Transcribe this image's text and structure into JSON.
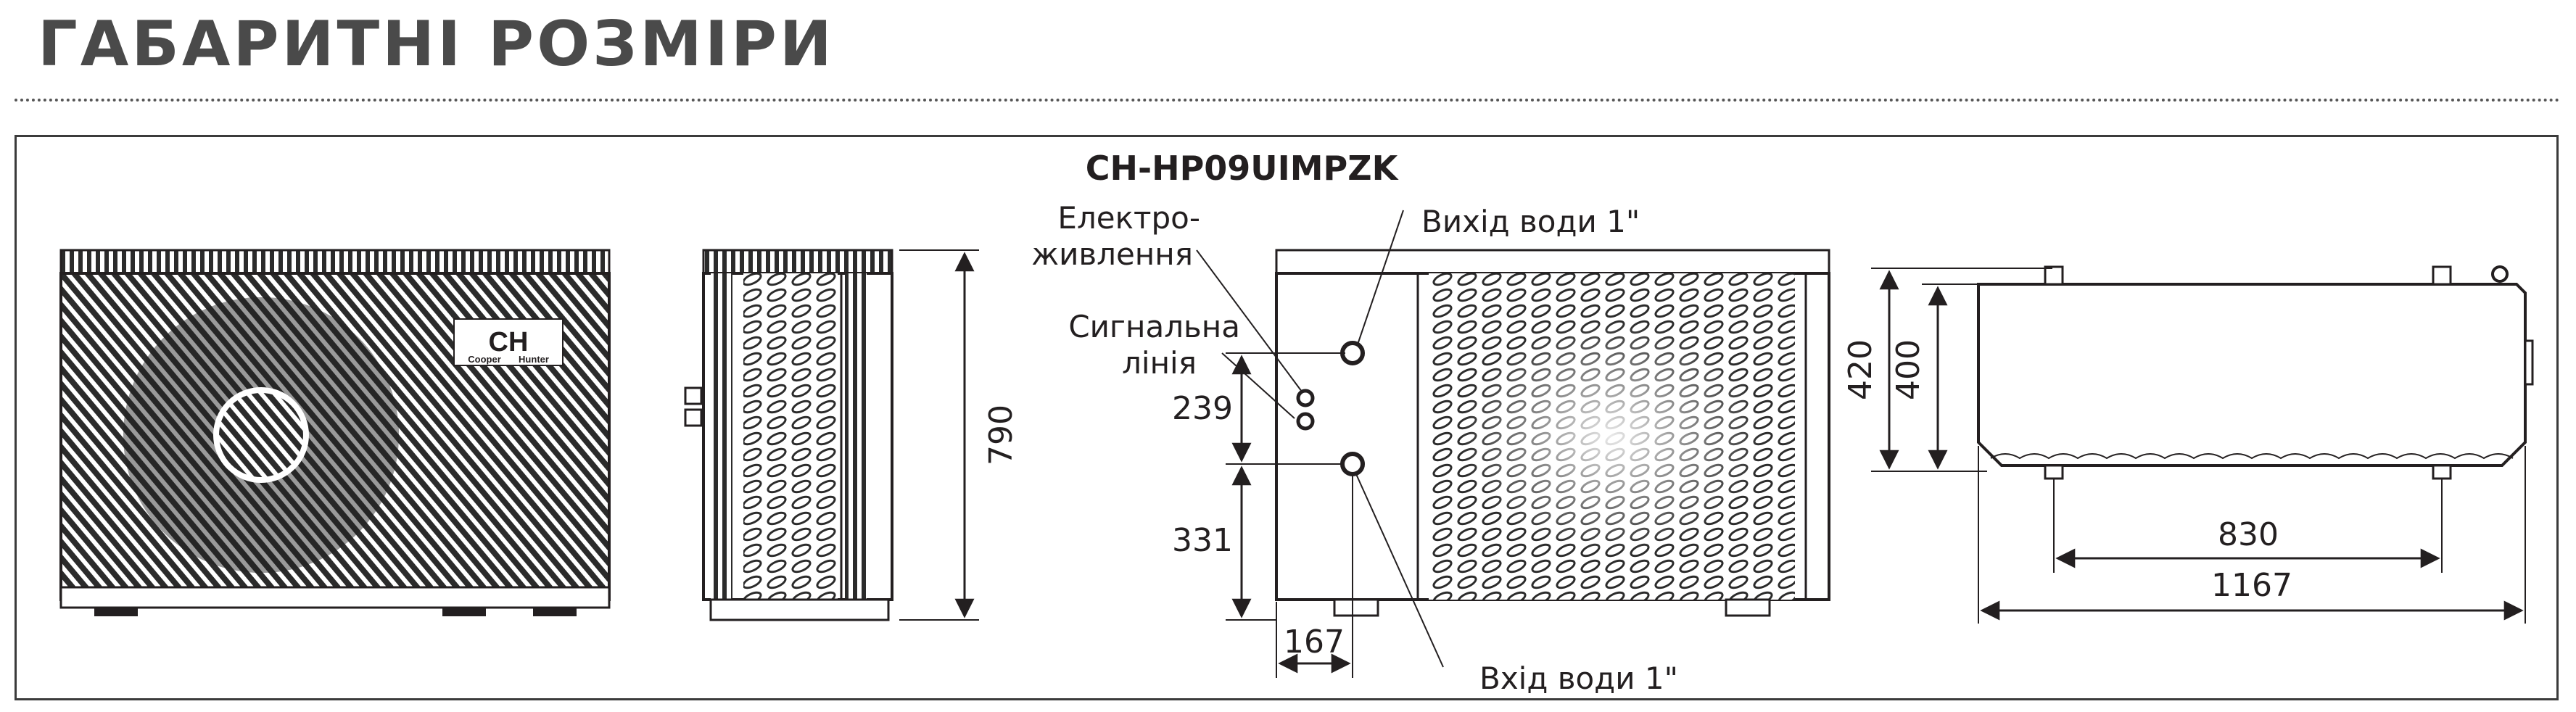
{
  "page": {
    "title": "ГАБАРИТНІ РОЗМІРИ"
  },
  "model": "CH-HP09UIMPZK",
  "logo": {
    "mark": "CH",
    "brand_left": "Cooper",
    "brand_right": "Hunter"
  },
  "callouts": {
    "power_line1": "Електро-",
    "power_line2": "живлення",
    "water_out": "Вихід води 1\"",
    "signal_line1": "Сигнальна",
    "signal_line2": "лінія",
    "water_in": "Вхід води 1\""
  },
  "dimensions": {
    "height": "790",
    "pipe_spacing": "239",
    "inlet_height": "331",
    "pipe_offset": "167",
    "top_height_outer": "420",
    "top_height_inner": "400",
    "mount_width": "830",
    "total_width": "1167"
  },
  "colors": {
    "line": "#231f20",
    "title": "#4a4a4a",
    "fill_dark": "#3a3a3a"
  }
}
